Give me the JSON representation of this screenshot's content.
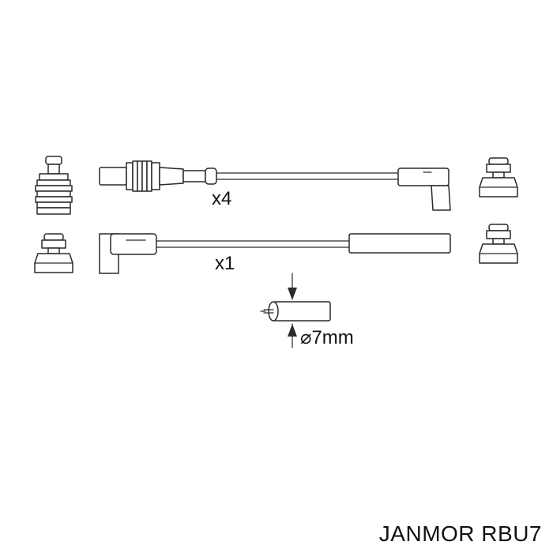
{
  "labels": {
    "qty_top": "x4",
    "qty_bottom": "x1",
    "diameter": "⌀7mm"
  },
  "brand_text": "JANMOR RBU7",
  "colors": {
    "line": "#2a2a2a",
    "text": "#111111",
    "background": "#ffffff"
  }
}
